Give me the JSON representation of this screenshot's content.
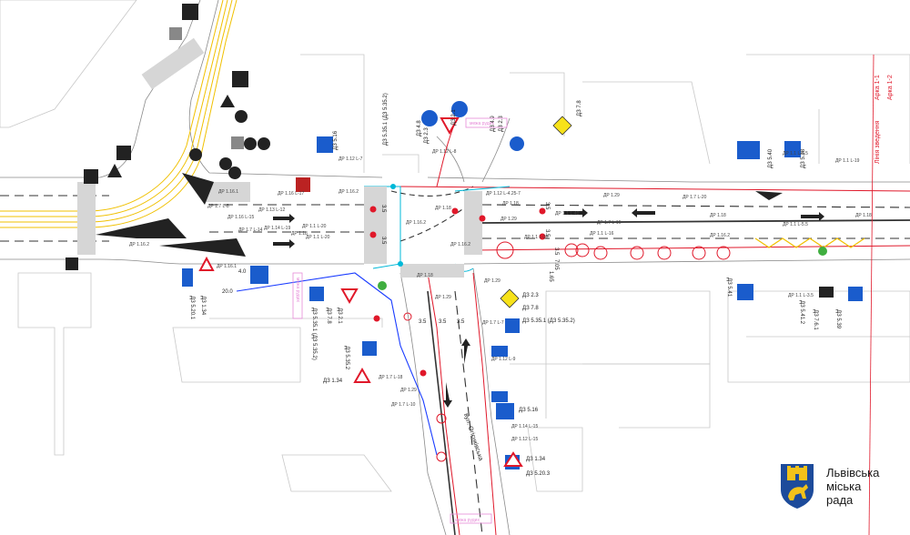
{
  "logo": {
    "line1": "Львівська",
    "line2": "міська",
    "line3": "рада"
  },
  "side_labels": {
    "arka1": "Арка 1-1",
    "arka2": "Арка 1-2",
    "liniia": "Лінія зведення"
  },
  "street_name": "вул. Огієнківська",
  "border_labels": [
    "межа рудих",
    "межа рудих",
    "межа рудих"
  ],
  "sign_codes": [
    {
      "text": "ДЗ 5.16"
    },
    {
      "text": "ДЗ 4.8"
    },
    {
      "text": "ДЗ 2.3"
    },
    {
      "text": "ДЗ 4.9"
    },
    {
      "text": "ДЗ 2.3"
    },
    {
      "text": "ДЗ 7.8"
    },
    {
      "text": "ДЗ 5.35.1 (ДЗ 5.35.2)"
    },
    {
      "text": "ДЗ 2.1"
    },
    {
      "text": "ДЗ 5.40"
    },
    {
      "text": "ДЗ 5.38"
    },
    {
      "text": "ДЗ 5.20.1"
    },
    {
      "text": "ДЗ 1.34"
    },
    {
      "text": "ДЗ 5.35.1 (ДЗ 5.35.2)"
    },
    {
      "text": "ДЗ 7.8"
    },
    {
      "text": "ДЗ 2.1"
    },
    {
      "text": "ДЗ 5.35.2"
    },
    {
      "text": "ДЗ 1.34"
    },
    {
      "text": "ДЗ 2.3"
    },
    {
      "text": "ДЗ 7.8"
    },
    {
      "text": "ДЗ 5.35.1 (ДЗ 5.35.2)"
    },
    {
      "text": "ДЗ 5.16"
    },
    {
      "text": "ДЗ 1.34"
    },
    {
      "text": "ДЗ 5.20.3"
    },
    {
      "text": "ДЗ 5.41"
    },
    {
      "text": "ДЗ 5.41.2"
    },
    {
      "text": "ДЗ 7.6.1"
    },
    {
      "text": "ДЗ 5.39"
    }
  ],
  "marking_labels": [
    {
      "text": "ДР 1.16.2"
    },
    {
      "text": "ДР 1.16.1"
    },
    {
      "text": "ДР 1.16.2"
    },
    {
      "text": "ДР 1.16.1"
    },
    {
      "text": "ДР 1.16.2"
    },
    {
      "text": "ДР 1.16.2"
    },
    {
      "text": "ДР 1.16.2"
    },
    {
      "text": "ДР 1.18"
    },
    {
      "text": "ДР 1.18"
    },
    {
      "text": "ДР 1.18"
    },
    {
      "text": "ДР 1.18"
    },
    {
      "text": "ДР 1.18"
    },
    {
      "text": "ДР 1.18"
    },
    {
      "text": "ДР 1.29"
    },
    {
      "text": "ДР 1.29"
    },
    {
      "text": "ДР 1.29"
    },
    {
      "text": "ДР 1.29"
    },
    {
      "text": "ДР 1.29"
    },
    {
      "text": "ДР 1.1 L-20"
    },
    {
      "text": "ДР 1.1 L-20"
    },
    {
      "text": "ДР 1.1 L-5.5"
    },
    {
      "text": "ДР 1.1 L-20"
    },
    {
      "text": "ДР 1.1 L-5.5"
    },
    {
      "text": "ДР 1.1 L-19"
    },
    {
      "text": "ДР 1.1 L-3.5"
    },
    {
      "text": "ДР 1.7 L-7"
    },
    {
      "text": "ДР 1.7 L-8"
    },
    {
      "text": "ДР 1.7 L-10"
    },
    {
      "text": "ДР 1.7 L-14"
    },
    {
      "text": "ДР 1.7 L-16"
    },
    {
      "text": "ДР 1.7 L-18"
    },
    {
      "text": "ДР 1.7 L-20"
    },
    {
      "text": "ДР 1.14 L-19"
    },
    {
      "text": "ДР 1.14 L-15"
    },
    {
      "text": "ДР 1.13 L-12"
    },
    {
      "text": "ДР 1.12 L-7"
    },
    {
      "text": "ДР 1.12 L-8"
    },
    {
      "text": "ДР 1.12 L-9"
    },
    {
      "text": "ДР 1.12 L-15"
    },
    {
      "text": "ДР 1.16 L-17"
    },
    {
      "text": "ДР 1.16 L-15"
    },
    {
      "text": "ДР 1.12 L-4.25-7"
    },
    {
      "text": "ДР 1.1 L-40"
    },
    {
      "text": "ДР 1.1 L-16"
    }
  ],
  "dims": [
    "3.5",
    "3.5",
    "3.5",
    "3.5",
    "3.5",
    "3.5",
    "3.5",
    "3.5",
    "7.05",
    "1.65",
    "20.0",
    "4.0"
  ]
}
